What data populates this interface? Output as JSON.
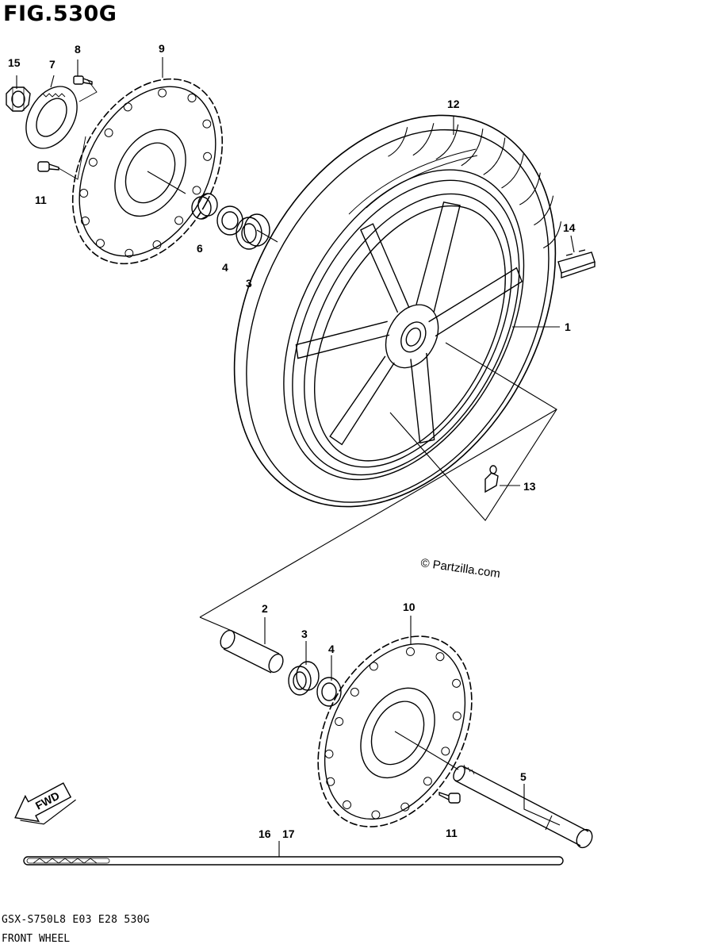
{
  "figure": {
    "title": "FIG.530G",
    "model_code": "GSX-S750L8  E03  E28  530G",
    "name": "FRONT WHEEL",
    "copyright": "© Partzilla.com",
    "fwd_label": "FWD"
  },
  "callouts": {
    "c1": "1",
    "c2": "2",
    "c3a": "3",
    "c3b": "3",
    "c4a": "4",
    "c4b": "4",
    "c5": "5",
    "c6": "6",
    "c7": "7",
    "c8": "8",
    "c9": "9",
    "c10": "10",
    "c11a": "11",
    "c11b": "11",
    "c12": "12",
    "c13": "13",
    "c14": "14",
    "c15": "15",
    "c16": "16",
    "c17": "17"
  }
}
